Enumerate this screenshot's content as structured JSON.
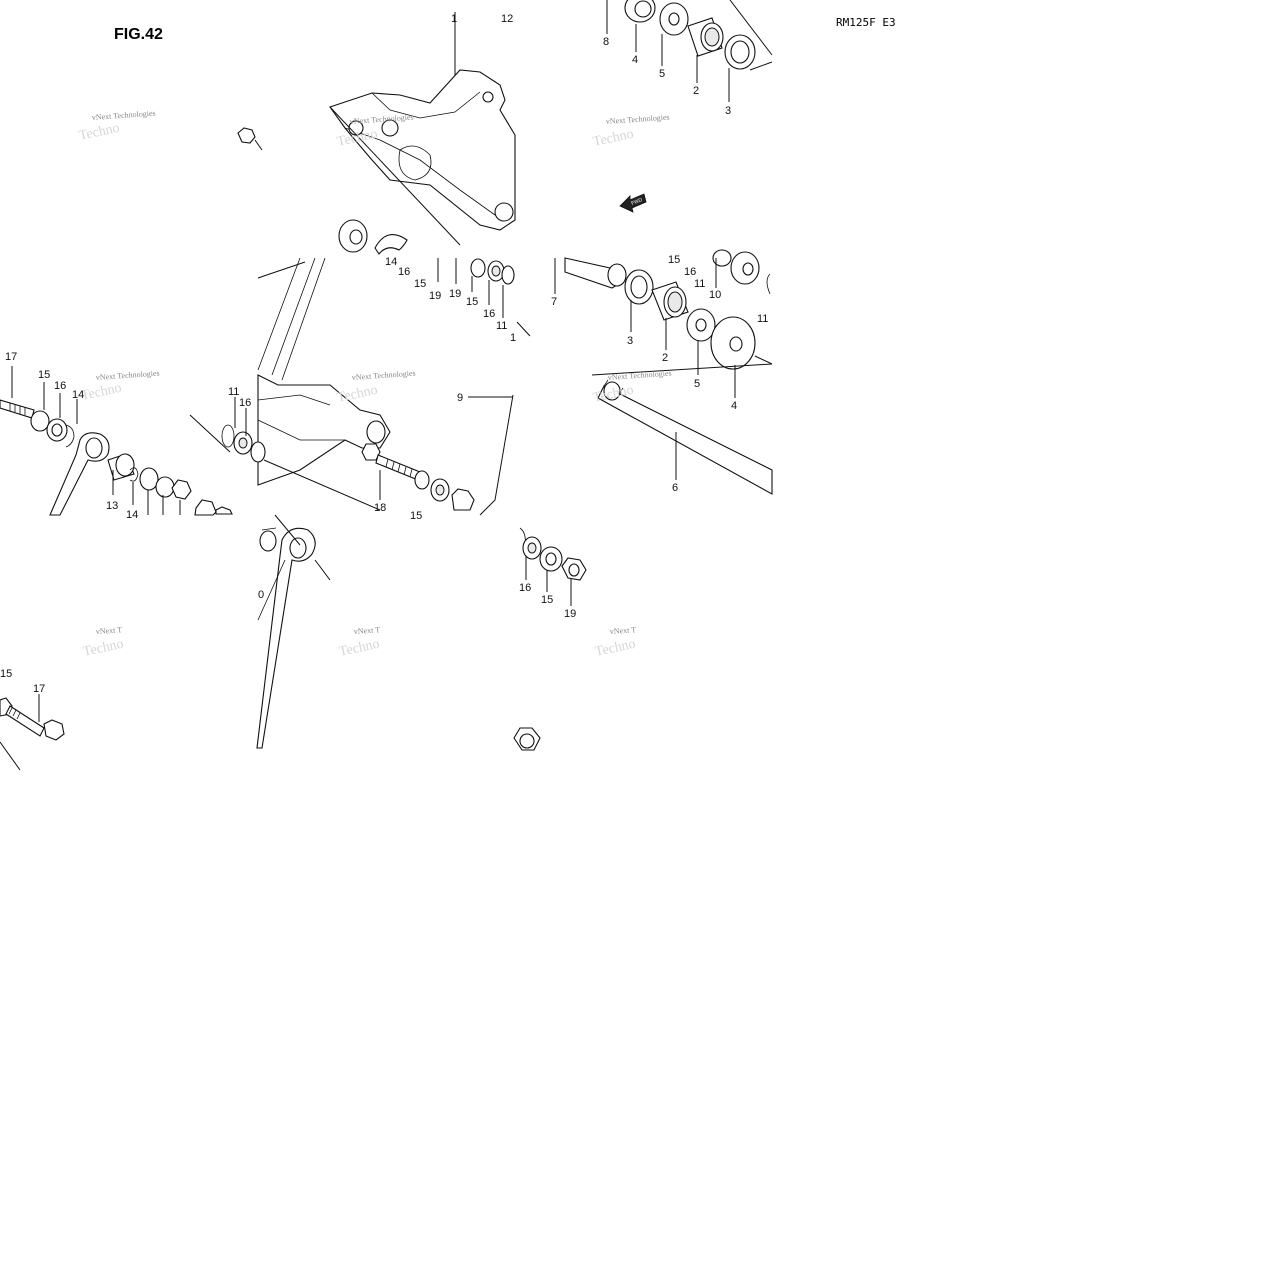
{
  "figure_title": "FIG.42",
  "model_code": "RM125F E3",
  "fwd_marker": "FWD",
  "watermark_text": "vNext Technologies",
  "watermark_partial": "vNext T",
  "watermark_back": "Techno",
  "callouts": {
    "c1": "1",
    "c12": "12",
    "c8": "8",
    "c4a": "4",
    "c5a": "5",
    "c2a": "2",
    "c3a": "3",
    "c14a": "14",
    "c16a": "16",
    "c15a": "15",
    "c19a": "19",
    "c19b": "19",
    "c15b": "15",
    "c16b": "16",
    "c11a": "11",
    "c1b": "1",
    "c15c": "15",
    "c16c": "16",
    "c11b": "11",
    "c10a": "10",
    "c11c": "11",
    "c7": "7",
    "c3b": "3",
    "c2b": "2",
    "c5b": "5",
    "c4b": "4",
    "c6": "6",
    "c17a": "17",
    "c15d": "15",
    "c16d": "16",
    "c14b": "14",
    "c13": "13",
    "c14c": "14",
    "c11d": "11",
    "c16e": "16",
    "c9": "9",
    "c18": "18",
    "c15e": "15",
    "c10b": "0",
    "c16f": "16",
    "c15f": "15",
    "c19c": "19",
    "c15g": "15",
    "c17b": "17"
  }
}
